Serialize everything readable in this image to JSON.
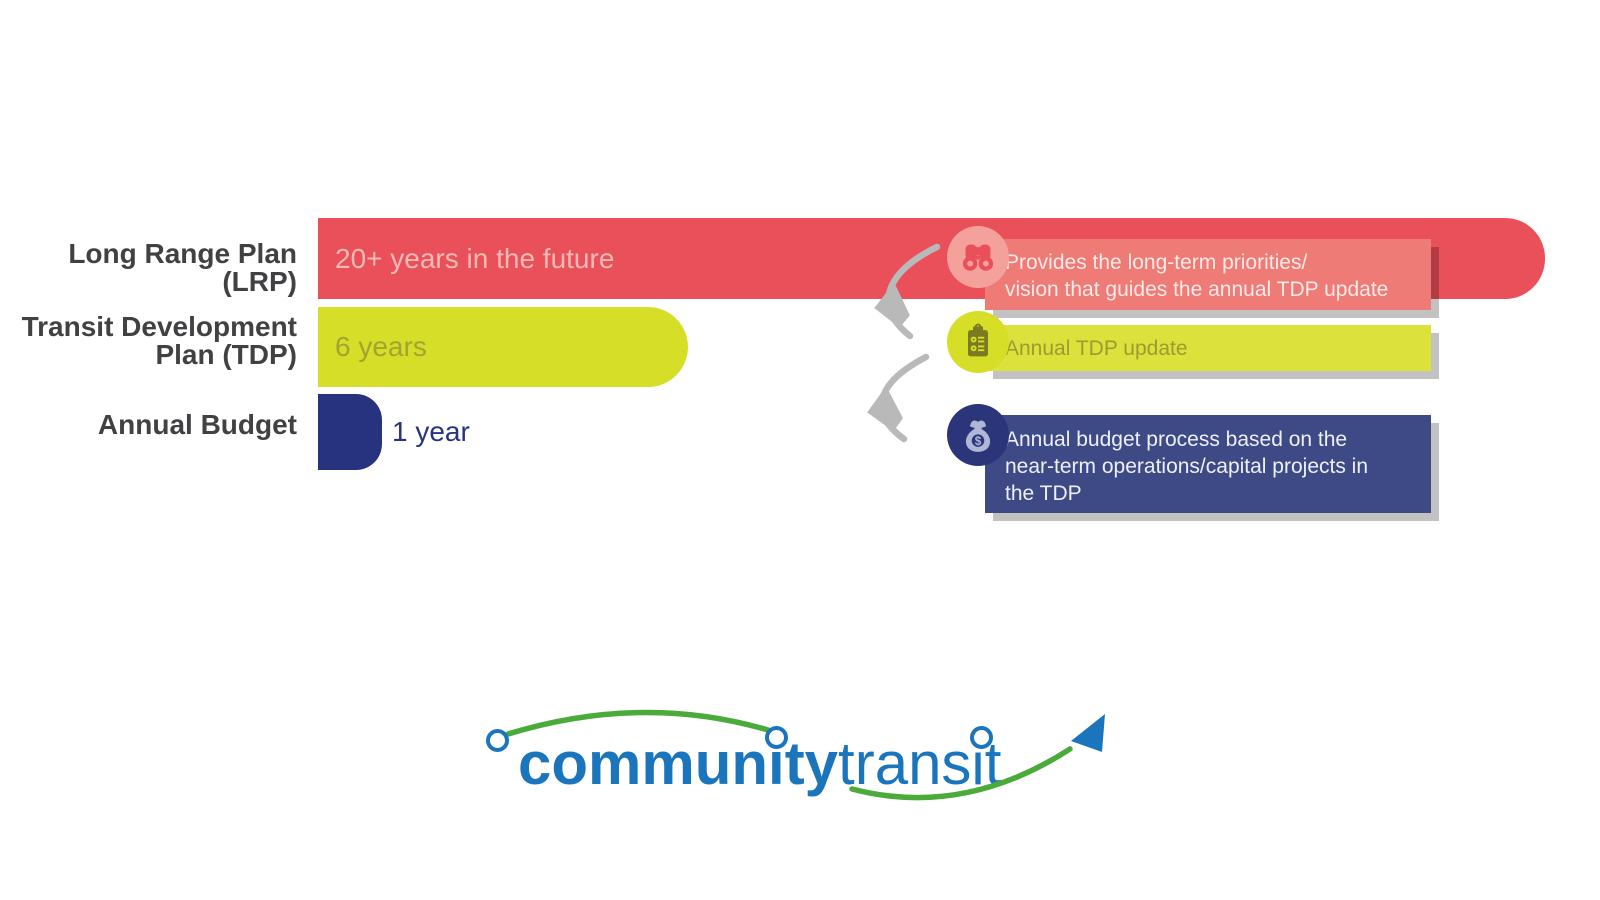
{
  "rows": [
    {
      "label": "Long Range Plan (LRP)",
      "duration": "20+ years in the future"
    },
    {
      "label_lines": [
        "Transit Development",
        "Plan (TDP)"
      ],
      "duration": "6 years"
    },
    {
      "label": "Annual Budget",
      "duration": "1 year"
    }
  ],
  "annotations": [
    {
      "icon": "binoculars-icon",
      "lines": [
        "Provides the long-term priorities/",
        "vision that guides the annual TDP update"
      ]
    },
    {
      "icon": "clipboard-icon",
      "lines": [
        "Annual TDP update"
      ]
    },
    {
      "icon": "money-bag-icon",
      "lines": [
        "Annual budget process based on the",
        "near-term operations/capital projects in",
        "the TDP"
      ]
    }
  ],
  "icons": {
    "money_bag_symbol": "$"
  },
  "logo": {
    "word1": "community",
    "word2": "transit"
  },
  "palette": {
    "bar_red": "#e9505a",
    "note_red": "#ef7b76",
    "badge_pink": "#f4a19c",
    "red_caption": "#f6b9b5",
    "bar_yellow": "#d6de28",
    "note_yellow": "#dce23b",
    "olive_icon": "#7c7a20",
    "olive_text": "#9c9b30",
    "bar_navy": "#283380",
    "note_navy": "#3e4a86",
    "badge_navy": "#2a3679",
    "bag_fill": "#b0b6d6",
    "arrow_gray": "#b9b9b9",
    "label_gray": "#414042",
    "logo_blue": "#1b75bc",
    "logo_green": "#4aab3b"
  }
}
